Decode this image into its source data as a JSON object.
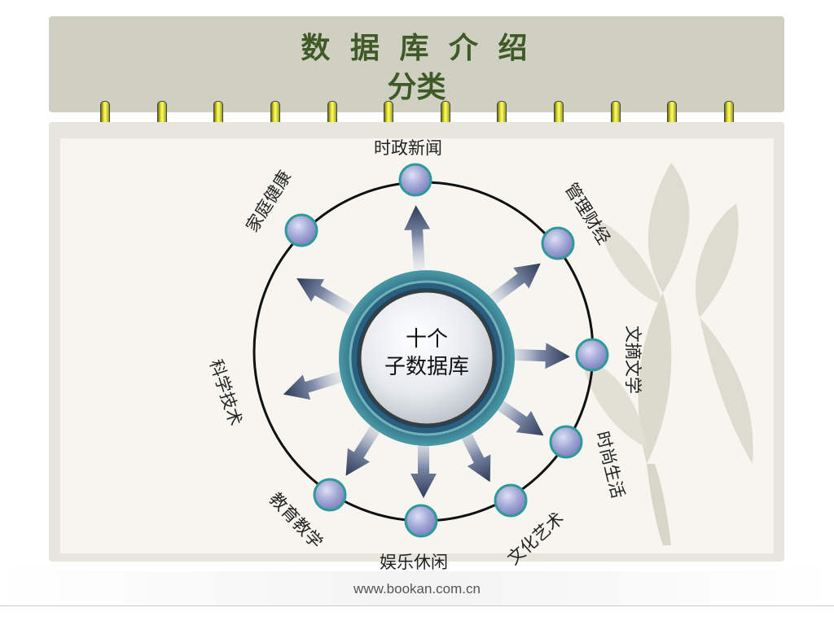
{
  "header": {
    "title_line1": "数 据 库 介 绍",
    "title_line2": "分类"
  },
  "hub": {
    "line1": "十个",
    "line2": "子数据库"
  },
  "categories": [
    {
      "label": "时政新闻"
    },
    {
      "label": "管理财经"
    },
    {
      "label": "文摘文学"
    },
    {
      "label": "时尚生活"
    },
    {
      "label": "文化艺术"
    },
    {
      "label": "娱乐休闲"
    },
    {
      "label": "教育教学"
    },
    {
      "label": "科学技术"
    },
    {
      "label": "家庭健康"
    }
  ],
  "footer": {
    "url": "www.bookan.com.cn"
  }
}
